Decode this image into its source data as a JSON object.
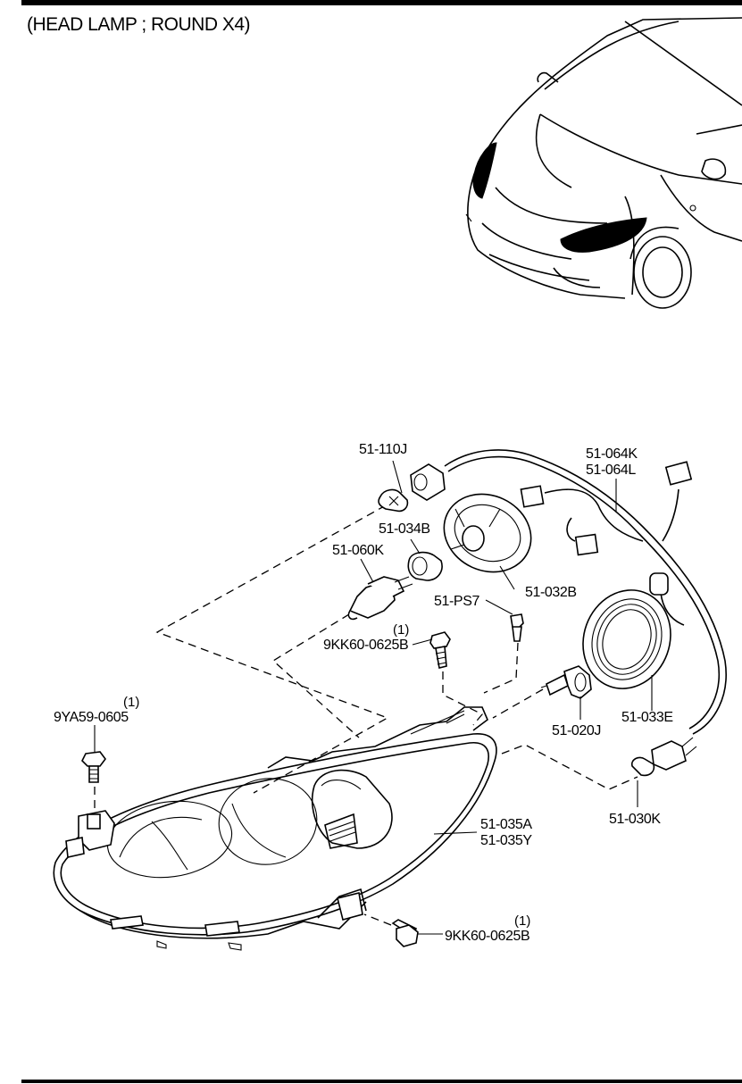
{
  "header": {
    "title": "(HEAD LAMP ; ROUND X4)"
  },
  "parts": {
    "p51_110J": "51-110J",
    "p51_064K": "51-064K",
    "p51_064L": "51-064L",
    "p51_034B": "51-034B",
    "p51_060K": "51-060K",
    "p51_032B": "51-032B",
    "p51_PS7": "51-PS7",
    "p9KK60_a": "9KK60-0625B",
    "p9KK60_a_qty": "(1)",
    "p9YA59": "9YA59-0605",
    "p9YA59_qty": "(1)",
    "p51_020J": "51-020J",
    "p51_033E": "51-033E",
    "p51_030K": "51-030K",
    "p51_035A": "51-035A",
    "p51_035Y": "51-035Y",
    "p9KK60_b": "9KK60-0625B",
    "p9KK60_b_qty": "(1)"
  },
  "icons": [
    "car-front-icon",
    "head-lamp-assembly-icon",
    "bulb-icon",
    "bolt-icon",
    "wiring-harness-icon",
    "socket-icon",
    "cover-icon"
  ]
}
